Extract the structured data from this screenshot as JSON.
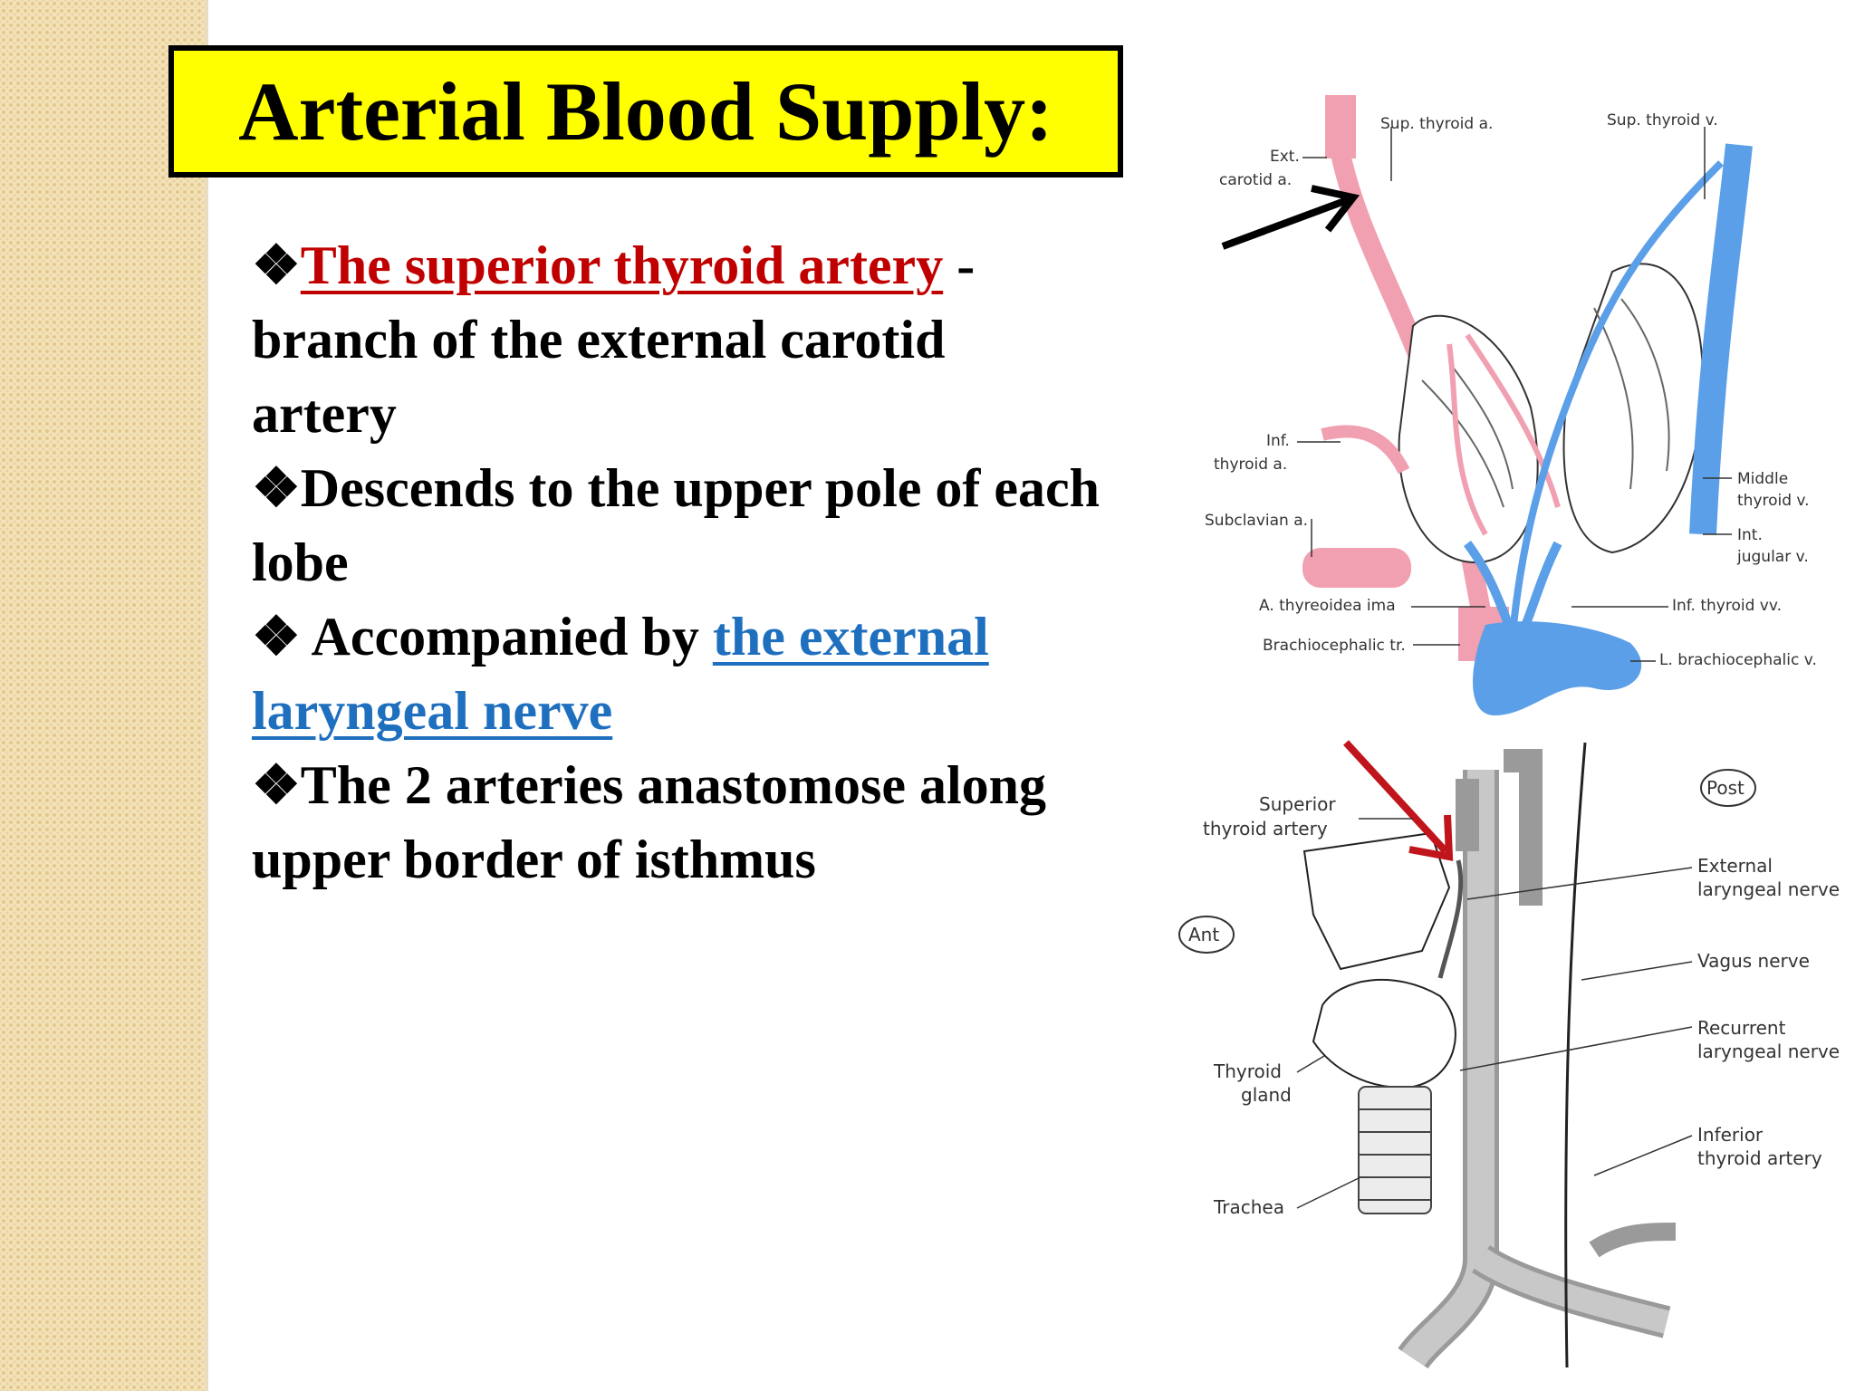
{
  "title": "Arterial Blood Supply:",
  "bullet_glyph": "❖",
  "bullets": [
    {
      "highlight": "The superior thyroid artery",
      "rest": " - branch of the external carotid artery"
    },
    {
      "text": "Descends to the upper pole of each lobe"
    },
    {
      "prefix": " Accompanied by ",
      "highlight": "the external laryngeal nerve"
    },
    {
      "text": "The 2 arteries anastomose along upper border of isthmus"
    }
  ],
  "diagram_top": {
    "labels": {
      "ext_carotid_1": "Ext.",
      "ext_carotid_2": "carotid a.",
      "sup_thyroid_a": "Sup. thyroid a.",
      "sup_thyroid_v": "Sup. thyroid v.",
      "inf_thyroid_a_1": "Inf.",
      "inf_thyroid_a_2": "thyroid a.",
      "subclavian": "Subclavian a.",
      "middle_thyroid_1": "Middle",
      "middle_thyroid_2": "thyroid v.",
      "int_jugular_1": "Int.",
      "int_jugular_2": "jugular v.",
      "a_thyreoidea_ima": "A. thyreoidea ima",
      "inf_thyroid_vv": "Inf. thyroid vv.",
      "brachiocephalic_tr": "Brachiocephalic tr.",
      "l_brachiocephalic": "L. brachiocephalic v."
    }
  },
  "diagram_bottom": {
    "labels": {
      "post": "Post",
      "ant": "Ant",
      "superior_thyroid_1": "Superior",
      "superior_thyroid_2": "thyroid artery",
      "external_laryngeal_1": "External",
      "external_laryngeal_2": "laryngeal nerve",
      "vagus": "Vagus nerve",
      "recurrent_1": "Recurrent",
      "recurrent_2": "laryngeal nerve",
      "thyroid_gland_1": "Thyroid",
      "thyroid_gland_2": "gland",
      "inferior_thyroid_1": "Inferior",
      "inferior_thyroid_2": "thyroid artery",
      "trachea": "Trachea"
    }
  },
  "colors": {
    "title_bg": "#ffff00",
    "highlight_red": "#c00000",
    "highlight_blue": "#1f6fbf",
    "artery": "#f0a0b0",
    "vein": "#5b9fe8",
    "arrow_red": "#c0151c",
    "side_strip": "#f3e2b8"
  }
}
